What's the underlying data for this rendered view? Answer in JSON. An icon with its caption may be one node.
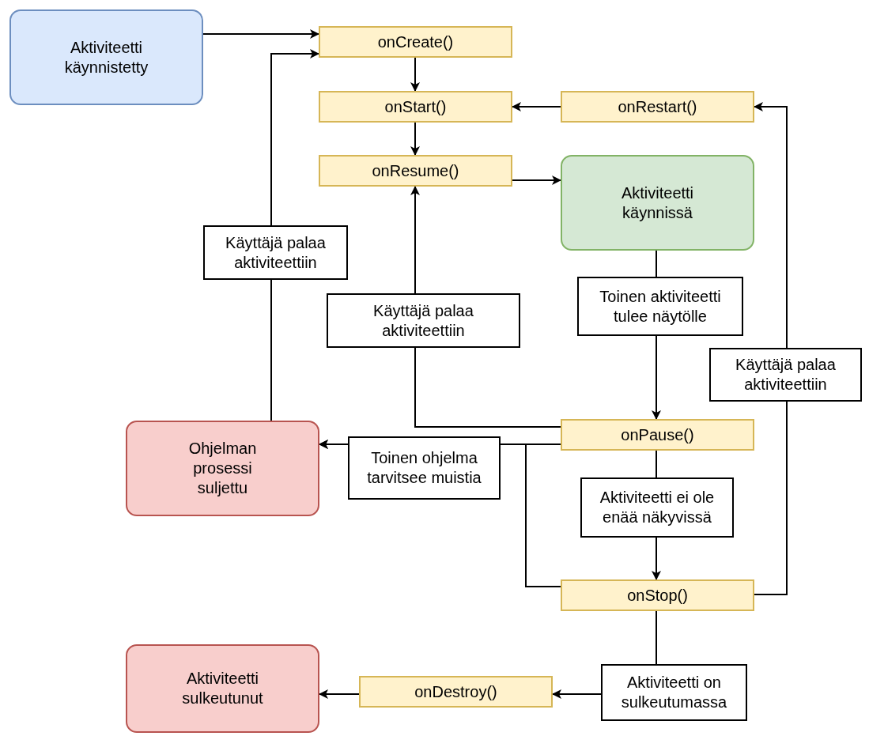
{
  "diagram": {
    "nodes": [
      {
        "text": [
          "Aktiviteetti käynnistetty"
        ]
      },
      {
        "text": [
          "onCreate()"
        ]
      },
      {
        "text": [
          "onStart()"
        ]
      },
      {
        "text": [
          "onResume()"
        ]
      },
      {
        "text": [
          "onRestart()"
        ]
      },
      {
        "text": [
          "Aktiviteetti käynnissä"
        ]
      },
      {
        "text": [
          "onPause()"
        ]
      },
      {
        "text": [
          "onStop()"
        ]
      },
      {
        "text": [
          "Ohjelman prosessi suljettu"
        ]
      },
      {
        "text": [
          "onDestroy()"
        ]
      },
      {
        "text": [
          "Aktiviteetti sulkeutunut"
        ]
      }
    ],
    "edges": [
      {
        "from": 0,
        "to": 1,
        "arrow": "to"
      },
      {
        "from": 1,
        "to": 2,
        "arrow": "to"
      },
      {
        "from": 2,
        "to": 3,
        "arrow": "to"
      },
      {
        "from": 4,
        "to": 2,
        "arrow": "to"
      },
      {
        "from": 3,
        "to": 5,
        "arrow": "to"
      },
      {
        "from": 5,
        "to": 6,
        "arrow": "to",
        "label": "Toinen aktiviteetti tulee näytölle"
      },
      {
        "from": 6,
        "to": 3,
        "arrow": "to",
        "label": "Käyttäjä palaa aktiviteettiin"
      },
      {
        "from": 6,
        "to": 7,
        "arrow": "to",
        "label": "Aktiviteetti ei ole enää näkyvissä"
      },
      {
        "from": 7,
        "to": 4,
        "arrow": "to",
        "label": "Käyttäjä palaa aktiviteettiin"
      },
      {
        "from": 6,
        "to": 8,
        "arrow": "to",
        "label": "Toinen ohjelma tarvitsee muistia"
      },
      {
        "from": 7,
        "to": 8,
        "arrow": "to"
      },
      {
        "from": 8,
        "to": 1,
        "arrow": "to",
        "label": "Käyttäjä palaa aktiviteettiin"
      },
      {
        "from": 7,
        "to": 9,
        "arrow": "to",
        "label": "Aktiviteetti on sulkeutumassa"
      },
      {
        "from": 9,
        "to": 10,
        "arrow": "to"
      }
    ]
  }
}
